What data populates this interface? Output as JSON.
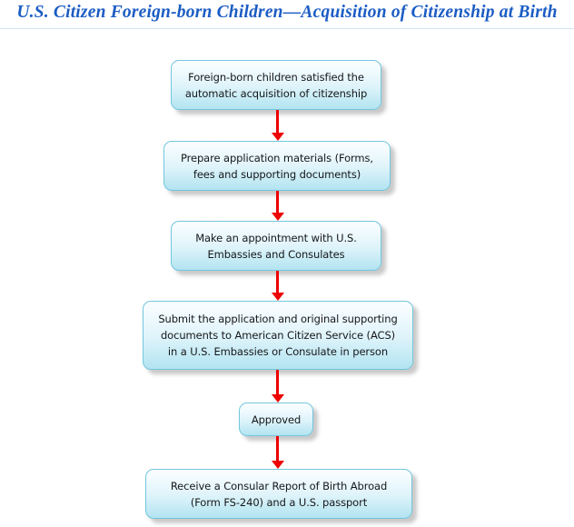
{
  "page": {
    "title": "U.S. Citizen Foreign-born Children—Acquisition of Citizenship at Birth",
    "title_color": "#1b5cc4",
    "background_color": "#ffffff"
  },
  "diagram": {
    "type": "flowchart",
    "orientation": "top-to-bottom",
    "node_fill_top_color": "#fbfeff",
    "node_fill_bottom_color": "#b3e3f0",
    "node_border_color": "#73c6dd",
    "connector_color": "#ee0000",
    "nodes": [
      {
        "id": "eligibility",
        "name": "eligibility",
        "lines": [
          "Foreign-born children satisfied the",
          "automatic acquisition of citizenship"
        ],
        "text": "Foreign-born children satisfied the automatic acquisition of citizenship"
      },
      {
        "id": "prepare",
        "name": "prepare-materials",
        "lines": [
          "Prepare application materials (Forms,",
          "fees and supporting documents)"
        ],
        "text": "Prepare application materials (Forms, fees and supporting documents)"
      },
      {
        "id": "appointment",
        "name": "make-appointment",
        "lines": [
          "Make an appointment with U.S.",
          "Embassies and Consulates"
        ],
        "text": "Make an appointment with U.S. Embassies and Consulates"
      },
      {
        "id": "submit",
        "name": "submit-application",
        "lines": [
          "Submit the application and original supporting",
          "documents to American Citizen Service (ACS)",
          "in a U.S. Embassies or Consulate in person"
        ],
        "text": "Submit the application and original supporting documents to American Citizen Service (ACS) in a U.S. Embassies or Consulate in person"
      },
      {
        "id": "approved",
        "name": "approved",
        "lines": [
          "Approved"
        ],
        "text": "Approved"
      },
      {
        "id": "receive",
        "name": "receive-documents",
        "lines": [
          "Receive a Consular Report of Birth Abroad",
          "(Form FS-240) and a U.S. passport"
        ],
        "text": "Receive a Consular Report of Birth Abroad (Form FS-240) and a U.S. passport"
      }
    ],
    "connectors": [
      {
        "from": "eligibility",
        "to": "prepare"
      },
      {
        "from": "prepare",
        "to": "appointment"
      },
      {
        "from": "appointment",
        "to": "submit"
      },
      {
        "from": "submit",
        "to": "approved"
      },
      {
        "from": "approved",
        "to": "receive"
      }
    ]
  }
}
